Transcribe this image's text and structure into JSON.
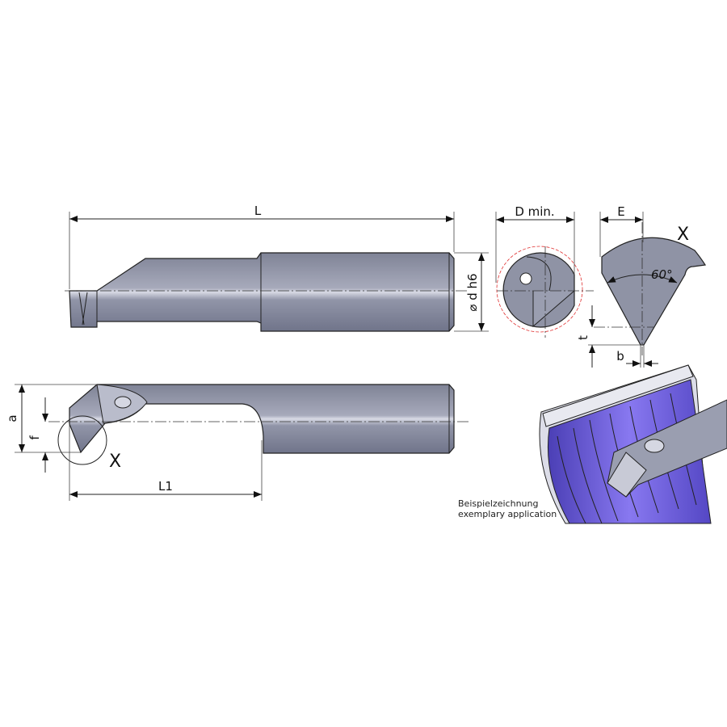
{
  "labels": {
    "L": "L",
    "D_min": "D min.",
    "d_h6": "⌀ d h6",
    "E": "E",
    "X_detail": "X",
    "angle": "60°",
    "t": "t",
    "b": "b",
    "a": "a",
    "f": "f",
    "X_marker": "X",
    "L1": "L1"
  },
  "caption": {
    "line1": "Beispielzeichnung",
    "line2": "exemplary application"
  },
  "colors": {
    "tool": "#8f93a5",
    "thread": "#6a5acd",
    "red_circle": "#e03030"
  }
}
